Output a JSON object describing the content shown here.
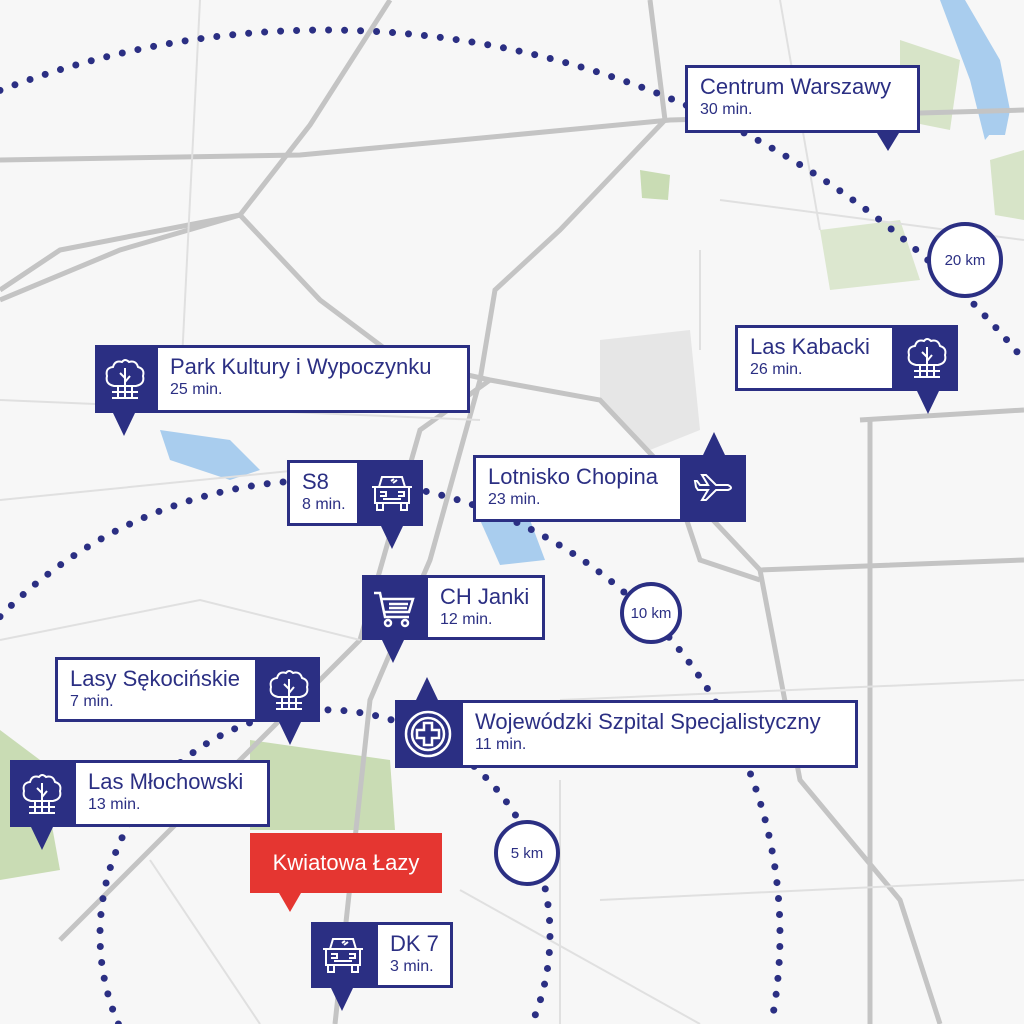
{
  "colors": {
    "accent": "#2b2f83",
    "home": "#e53631",
    "road": "#c4c4c4",
    "park": "#c9dcb4",
    "water": "#a9cdee"
  },
  "home": {
    "label": "Kwiatowa Łazy"
  },
  "rings": [
    {
      "label": "5 km"
    },
    {
      "label": "10 km"
    },
    {
      "label": "20 km"
    }
  ],
  "markers": [
    {
      "name": "Centrum Warszawy",
      "time": "30 min.",
      "icon": "none"
    },
    {
      "name": "Las Kabacki",
      "time": "26 min.",
      "icon": "tree-icon"
    },
    {
      "name": "Park Kultury i Wypoczynku",
      "time": "25 min.",
      "icon": "tree-icon"
    },
    {
      "name": "S8",
      "time": "8 min.",
      "icon": "car-icon"
    },
    {
      "name": "Lotnisko Chopina",
      "time": "23 min.",
      "icon": "airplane-icon"
    },
    {
      "name": "CH Janki",
      "time": "12 min.",
      "icon": "shopping-cart-icon"
    },
    {
      "name": "Lasy Sękocińskie",
      "time": "7 min.",
      "icon": "tree-icon"
    },
    {
      "name": "Wojewódzki Szpital Specjalistyczny",
      "time": "11 min.",
      "icon": "hospital-cross-icon"
    },
    {
      "name": "Las Młochowski",
      "time": "13 min.",
      "icon": "tree-icon"
    },
    {
      "name": "DK 7",
      "time": "3 min.",
      "icon": "car-icon"
    }
  ]
}
